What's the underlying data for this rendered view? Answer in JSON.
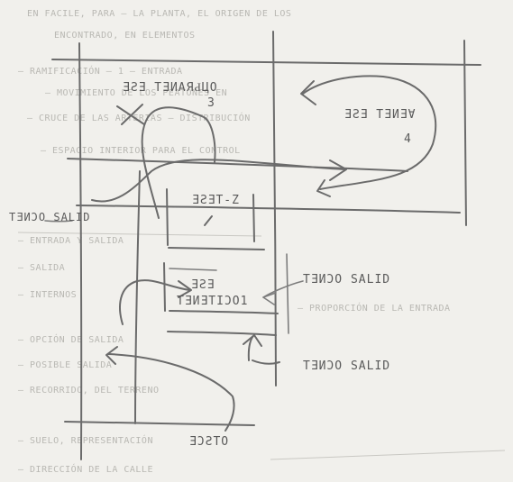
{
  "sketch": {
    "labels": {
      "top_left": "ƎƧƎ TƎИAЯԀЦO",
      "top_left_num": "3",
      "top_right": "ƎƧƎ TƎИƎⱯ",
      "top_right_num": "4",
      "center": "ƎƧƎT-Z",
      "left_edge": "TƎИƆO SALID",
      "mid_right": "TƎИƆO SALID",
      "lower_center_1": "ƎƧƎ",
      "lower_center_2": "TƎИƎTIƆO1",
      "lower_right": "TƎИƆO SALID",
      "bottom": "ƎƆƧTO"
    },
    "bleed_lines": [
      "EN FACILE, PARA — LA PLANTA, EL ORIGEN DE LOS",
      "ENCONTRADO, EN ELEMENTOS",
      "— RAMIFICACIÓN — 1 — ENTRADA",
      "— MOVIMIENTO DE LOS PEATONES EN",
      "— CRUCE DE LAS ARTERIAS — DISTRIBUCIÓN",
      "— ESPACIO INTERIOR PARA EL CONTROL",
      "— ENTRADA Y SALIDA",
      "— SALIDA",
      "— INTERNOS",
      "— PROPORCIÓN DE LA ENTRADA",
      "— OPCIÓN DE SALIDA",
      "— POSIBLE SALIDA",
      "— RECORRIDO, DEL TERRENO",
      "— SUELO, REPRESENTACIÓN",
      "— DIRECCIÓN DE LA CALLE"
    ]
  }
}
